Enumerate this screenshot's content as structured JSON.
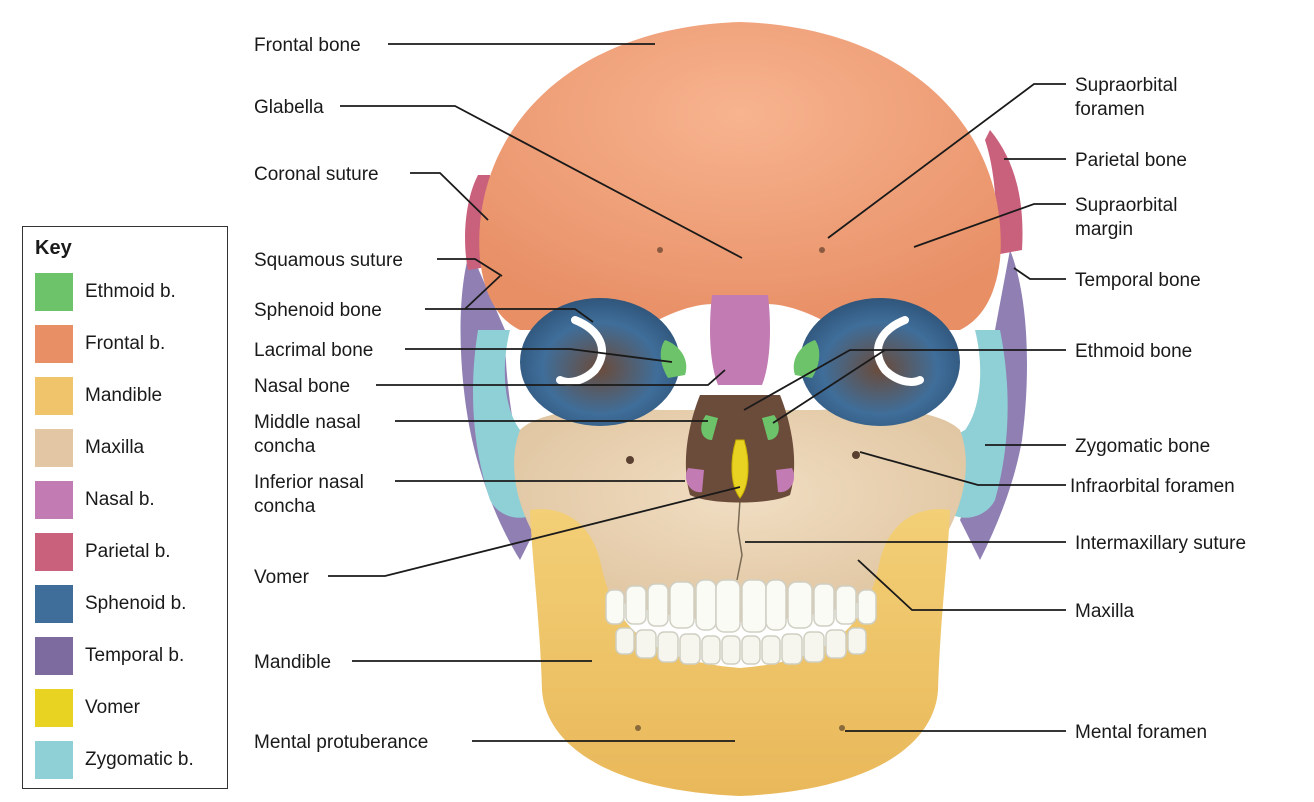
{
  "key": {
    "title": "Key",
    "items": [
      {
        "label": "Ethmoid b.",
        "color": "#6cc36a"
      },
      {
        "label": "Frontal b.",
        "color": "#e88f66"
      },
      {
        "label": "Mandible",
        "color": "#f0c46a"
      },
      {
        "label": "Maxilla",
        "color": "#e3c6a3"
      },
      {
        "label": "Nasal b.",
        "color": "#c27bb3"
      },
      {
        "label": "Parietal b.",
        "color": "#c9607c"
      },
      {
        "label": "Sphenoid b.",
        "color": "#3f6e9a"
      },
      {
        "label": "Temporal b.",
        "color": "#7d6a9f"
      },
      {
        "label": "Vomer",
        "color": "#e8d222"
      },
      {
        "label": "Zygomatic b.",
        "color": "#8fd0d6"
      }
    ]
  },
  "labels_left": [
    {
      "id": "frontal-bone",
      "lines": [
        "Frontal bone"
      ]
    },
    {
      "id": "glabella",
      "lines": [
        "Glabella"
      ]
    },
    {
      "id": "coronal-suture",
      "lines": [
        "Coronal suture"
      ]
    },
    {
      "id": "squamous-suture",
      "lines": [
        "Squamous suture"
      ]
    },
    {
      "id": "sphenoid-bone",
      "lines": [
        "Sphenoid bone"
      ]
    },
    {
      "id": "lacrimal-bone",
      "lines": [
        "Lacrimal bone"
      ]
    },
    {
      "id": "nasal-bone",
      "lines": [
        "Nasal bone"
      ]
    },
    {
      "id": "middle-nasal-concha",
      "lines": [
        "Middle nasal",
        "concha"
      ]
    },
    {
      "id": "inferior-nasal-concha",
      "lines": [
        "Inferior nasal",
        "concha"
      ]
    },
    {
      "id": "vomer",
      "lines": [
        "Vomer"
      ]
    },
    {
      "id": "mandible",
      "lines": [
        "Mandible"
      ]
    },
    {
      "id": "mental-protuberance",
      "lines": [
        "Mental protuberance"
      ]
    }
  ],
  "labels_right": [
    {
      "id": "supraorbital-foramen",
      "lines": [
        "Supraorbital",
        "foramen"
      ]
    },
    {
      "id": "parietal-bone",
      "lines": [
        "Parietal bone"
      ]
    },
    {
      "id": "supraorbital-margin",
      "lines": [
        "Supraorbital",
        "margin"
      ]
    },
    {
      "id": "temporal-bone",
      "lines": [
        "Temporal bone"
      ]
    },
    {
      "id": "ethmoid-bone",
      "lines": [
        "Ethmoid bone"
      ]
    },
    {
      "id": "zygomatic-bone",
      "lines": [
        "Zygomatic bone"
      ]
    },
    {
      "id": "infraorbital-foramen",
      "lines": [
        "Infraorbital foramen"
      ]
    },
    {
      "id": "intermaxillary-suture",
      "lines": [
        "Intermaxillary suture"
      ]
    },
    {
      "id": "maxilla",
      "lines": [
        "Maxilla"
      ]
    },
    {
      "id": "mental-foramen",
      "lines": [
        "Mental foramen"
      ]
    }
  ]
}
